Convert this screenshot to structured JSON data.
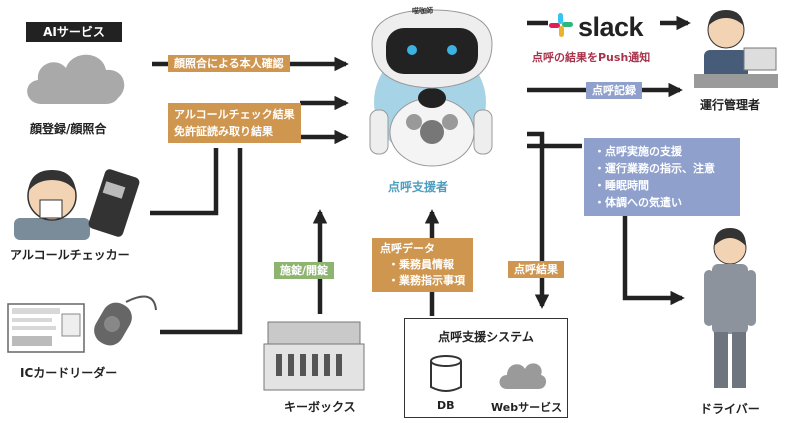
{
  "ai_service": {
    "badge": "AIサービス",
    "label": "顔登録/顔照合"
  },
  "alcohol_checker": {
    "label": "アルコールチェッカー"
  },
  "ic_reader": {
    "label": "ICカードリーダー"
  },
  "key_box": {
    "label": "キーボックス"
  },
  "robot": {
    "label": "点呼支援者",
    "head_text": "喵咖師"
  },
  "flows": {
    "face_check": "顔照合による本人確認",
    "alcohol_result": "アルコールチェック結果",
    "license_result": "免許証読み取り結果",
    "lock": "施錠/開錠",
    "rollcall_data_title": "点呼データ",
    "rollcall_data_items": [
      "・乗務員情報",
      "・業務指示事項"
    ],
    "rollcall_result": "点呼結果",
    "rollcall_record": "点呼記録",
    "support_items": [
      "・点呼実施の支援",
      "・運行業務の指示、注意",
      "・睡眠時間",
      "・体調への気遣い"
    ]
  },
  "slack": {
    "logo_text": "slack",
    "note": "点呼の結果をPush通知"
  },
  "manager": {
    "label": "運行管理者"
  },
  "driver": {
    "label": "ドライバー"
  },
  "system": {
    "title": "点呼支援システム",
    "db": "DB",
    "web": "Webサービス"
  },
  "colors": {
    "orange": "#cf9650",
    "green": "#8db570",
    "blue": "#8fa0cc",
    "robot_blue": "#4e9ec0",
    "slack_red": "#a8334c"
  }
}
